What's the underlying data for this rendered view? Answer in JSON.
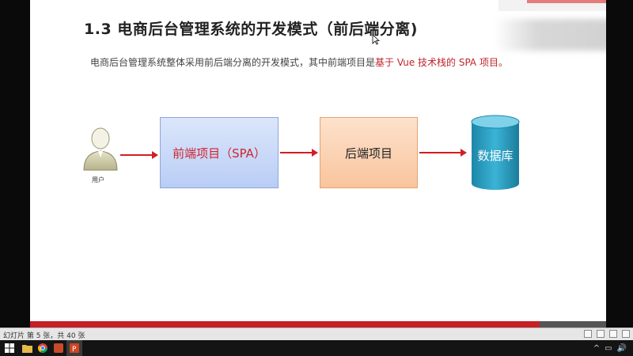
{
  "slide": {
    "title": "1.3 电商后台管理系统的开发模式（前后端分离)",
    "description_plain": "电商后台管理系统整体采用前后端分离的开发模式，其中前端项目是",
    "description_highlight": "基于 Vue 技术栈的 SPA 项目。"
  },
  "diagram": {
    "user_label": "用户",
    "frontend_label": "前端项目（SPA）",
    "backend_label": "后端项目",
    "database_label": "数据库"
  },
  "statusbar": {
    "slide_info": "幻灯片 第 5 张，共 40 张"
  },
  "taskbar": {
    "windows_icon": "windows-logo-icon",
    "file_explorer_icon": "folder-icon",
    "browser_icon": "chrome-icon",
    "app_icon": "app-icon",
    "powerpoint_icon": "powerpoint-icon",
    "tray": [
      "^",
      "▭",
      "🔊"
    ]
  },
  "colors": {
    "accent_red": "#c42025",
    "frontend_fill": "#c4d5f7",
    "backend_fill": "#fbd3b4",
    "database_fill": "#2a9fc0"
  }
}
